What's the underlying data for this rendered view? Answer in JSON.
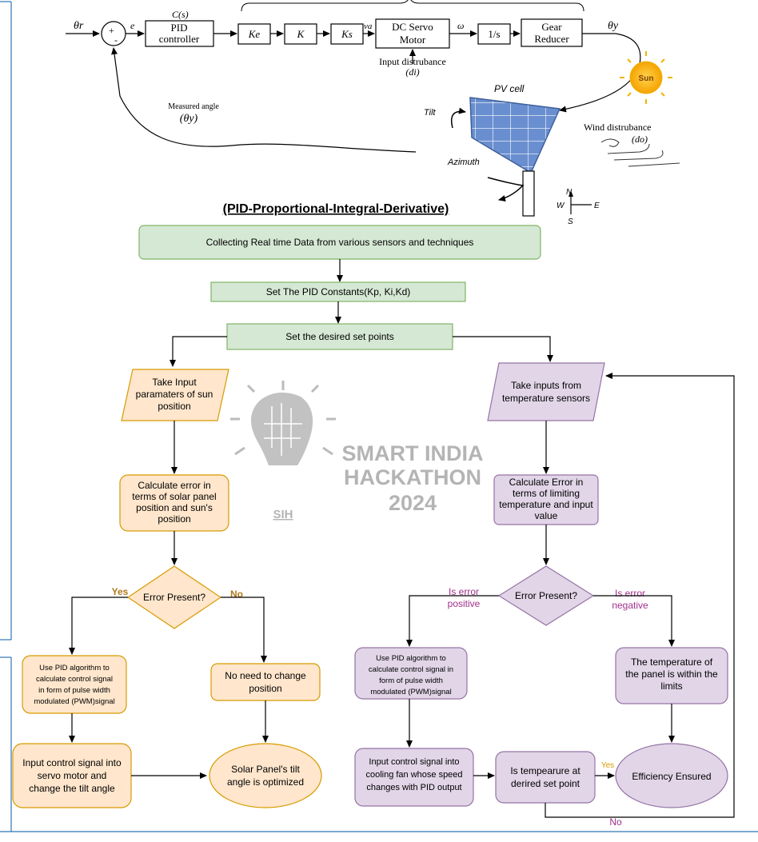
{
  "block_diagram": {
    "input_label": "θr",
    "sum_plus": "+",
    "sum_minus": "-",
    "error_label": "e",
    "controller_tag": "C(s)",
    "controller_line1": "PID",
    "controller_line2": "controller",
    "ke": "Ke",
    "k": "K",
    "ks": "Ks",
    "va": "va",
    "motor_line1": "DC Servo",
    "motor_line2": "Motor",
    "omega": "ω",
    "integrator": "1/s",
    "gear_line1": "Gear",
    "gear_line2": "Reducer",
    "output_label": "θy",
    "input_disturbance": "Input distrubance",
    "input_disturbance_sym": "(di)",
    "measured_angle": "Measured angle",
    "measured_angle_sym": "(θy)",
    "sun": "Sun",
    "pv_cell": "PV cell",
    "tilt": "Tilt",
    "wind_disturbance": "Wind distrubance",
    "wind_disturbance_sym": "(do)",
    "azimuth": "Azimuth",
    "compass": {
      "n": "N",
      "s": "S",
      "e": "E",
      "w": "W"
    }
  },
  "heading": "(PID-Proportional-Integral-Derivative)",
  "flow": {
    "collect": "Collecting Real time Data from various sensors and techniques",
    "set_constants": "Set The PID Constants(Kp, Ki,Kd)",
    "set_points": "Set the desired set points",
    "left": {
      "input": [
        "Take Input",
        "paramaters of sun",
        "position"
      ],
      "calc_error": [
        "Calculate error in",
        "terms of solar panel",
        "position and sun's",
        "position"
      ],
      "decision": "Error Present?",
      "yes": "Yes",
      "no": "No",
      "pid_signal": [
        "Use PID algorithm to",
        "calculate control signal",
        "in form of pulse width",
        "modulated (PWM)signal"
      ],
      "no_change": [
        "No need to change",
        "position"
      ],
      "input_servo": [
        "Input control signal into",
        "servo motor and",
        "change the tilt angle"
      ],
      "optimized": [
        "Solar Panel's tilt",
        "angle is optimized"
      ]
    },
    "right": {
      "input": [
        "Take inputs from",
        "temperature sensors"
      ],
      "calc_error": [
        "Calculate Error in",
        "terms of limiting",
        "temperature and input",
        "value"
      ],
      "decision": "Error Present?",
      "positive": [
        "Is error",
        "positive"
      ],
      "negative": [
        "Is error",
        "negative"
      ],
      "pid_signal": [
        "Use PID algorithm to",
        "calculate control signal in",
        "form of pulse width",
        "modulated (PWM)signal"
      ],
      "within_limits": [
        "The temperature of",
        "the panel is within the",
        "limits"
      ],
      "input_fan": [
        "Input control signal into",
        "cooling fan whose speed",
        "changes with PID output"
      ],
      "setpoint_check": [
        "Is tempearure at",
        "derired set point"
      ],
      "yes": "Yes",
      "no": "No",
      "efficiency": "Efficiency Ensured"
    }
  },
  "watermark": {
    "line1": "SMART INDIA",
    "line2": "HACKATHON",
    "line3": "2024",
    "badge": "SIH"
  },
  "colors": {
    "green_fill": "#d5e8d4",
    "green_stroke": "#82b366",
    "orange_fill": "#ffe6cc",
    "orange_stroke": "#d79b00",
    "purple_fill": "#e1d5e7",
    "purple_stroke": "#9673a6",
    "label_orange": "#b07a1c",
    "label_purple": "#a0308c",
    "frame_blue": "#2f75b5",
    "watermark_gray": "#a8a8a8"
  }
}
